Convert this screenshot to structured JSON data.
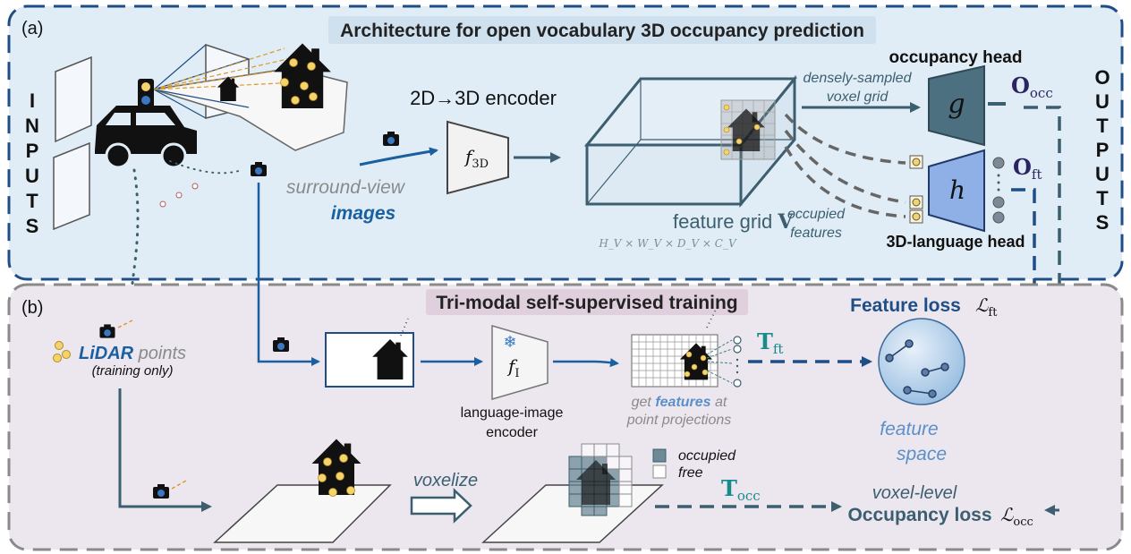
{
  "panel_a": {
    "tag": "(a)",
    "title": "Architecture for open vocabulary 3D occupancy prediction",
    "inputs_letters": [
      "I",
      "N",
      "P",
      "U",
      "T",
      "S"
    ],
    "outputs_letters": [
      "O",
      "U",
      "T",
      "P",
      "U",
      "T",
      "S"
    ],
    "surround_view": "surround-view",
    "images": "images",
    "encoder_label": "2D→3D encoder",
    "f3d": {
      "base": "f",
      "sub": "3D"
    },
    "feature_grid_label": "feature grid",
    "feature_grid_symbol": "V",
    "feature_grid_dims": "H_V × W_V × D_V × C_V",
    "densely_sampled": "densely-sampled",
    "voxel_grid": "voxel grid",
    "occupied": "occupied",
    "features": "features",
    "occupancy_head": "occupancy head",
    "g": "g",
    "o_occ": {
      "base": "O",
      "sub": "occ"
    },
    "h": "h",
    "o_ft": {
      "base": "O",
      "sub": "ft"
    },
    "language_head": "3D-language head"
  },
  "panel_b": {
    "tag": "(b)",
    "title": "Tri-modal self-supervised training",
    "lidar_word": "LiDAR",
    "points_word": " points",
    "training_only": "(training only)",
    "f_i": {
      "base": "f",
      "sub": "I"
    },
    "language_image_1": "language-image",
    "language_image_2": "encoder",
    "get_features_1a": "get ",
    "get_features_1b": "features",
    "get_features_1c": " at",
    "get_features_2": "point projections",
    "t_ft": {
      "base": "T",
      "sub": "ft"
    },
    "feature_loss": "Feature loss",
    "l_ft": {
      "base": "ℒ",
      "sub": "ft"
    },
    "feature": "feature",
    "space": "space",
    "voxelize": "voxelize",
    "occupied_legend": "occupied",
    "free_legend": "free",
    "t_occ": {
      "base": "T",
      "sub": "occ"
    },
    "voxel_level": "voxel-level",
    "occupancy_loss": "Occupancy loss",
    "l_occ": {
      "base": "ℒ",
      "sub": "occ"
    },
    "snowflake": "❄"
  },
  "colors": {
    "panel_a_bg": "#e1edf6",
    "panel_a_border": "#1f4e86",
    "panel_b_bg": "#ece7ef",
    "panel_b_border": "#8a8a8a",
    "dark_teal": "#3c5f70",
    "accent_blue": "#1a5fa0",
    "teal_text": "#178a8a",
    "light_blue_feature": "#5b8fc9",
    "bulb": "#f5d36c"
  }
}
